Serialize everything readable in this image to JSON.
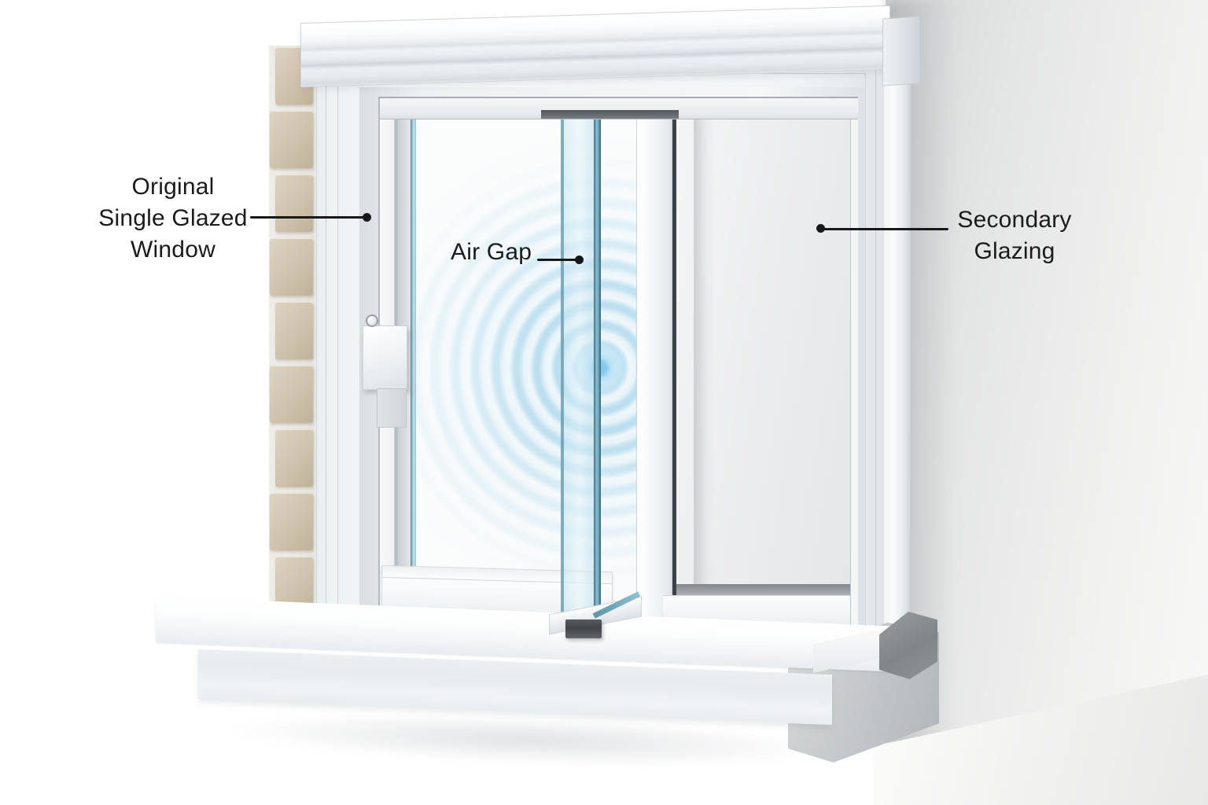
{
  "figure": {
    "type": "annotated-illustration",
    "subject": "Secondary glazing window cutaway with sound-wave ripple between panes",
    "labels": [
      {
        "id": "original-window",
        "lines": [
          "Original",
          "Single Glazed",
          "Window"
        ]
      },
      {
        "id": "air-gap",
        "lines": [
          "Air Gap"
        ]
      },
      {
        "id": "secondary-glazing",
        "lines": [
          "Secondary",
          "Glazing"
        ]
      }
    ],
    "colors": {
      "label_text": "#1a1b1d",
      "leader_line": "#17181a",
      "glass_edge_teal": "#4e879c",
      "ripple_blue": "#9fd4ec",
      "brick_beige": "#cfc3ad",
      "frame_white": "#f7f9fa",
      "wall_grey": "#e4e5e5",
      "masonry_grey": "#c6c9cb"
    }
  }
}
